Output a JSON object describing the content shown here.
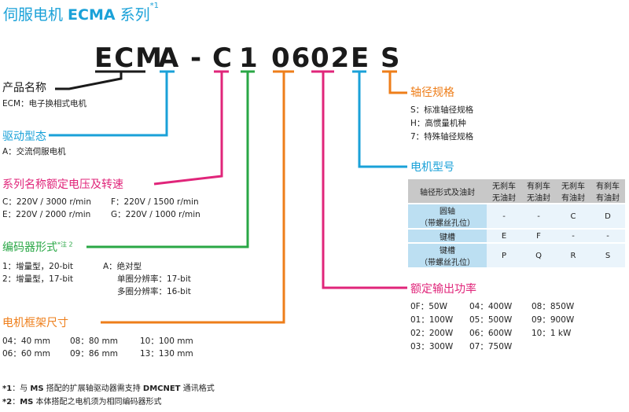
{
  "title": {
    "pre": "伺服电机 ",
    "bold": "ECMA",
    "post": " 系列",
    "sup": "*1"
  },
  "code": [
    "ECM",
    "A",
    "-",
    "C",
    "1",
    "06",
    "02",
    "E",
    "S"
  ],
  "product": {
    "heading": "产品名称",
    "desc": "ECM：电子换相式电机"
  },
  "drive": {
    "heading": "驱动型态",
    "desc": "A：交流伺服电机"
  },
  "voltage": {
    "heading": "系列名称额定电压及转速",
    "items": [
      "C：220V / 3000 r/min",
      "F：220V / 1500 r/min",
      "E：220V / 2000 r/min",
      "G：220V / 1000 r/min"
    ]
  },
  "encoder": {
    "heading": "编码器形式",
    "sup": "*注 2",
    "items": [
      "1：增量型，20-bit",
      "2：增量型，17-bit"
    ],
    "abs_label": "A：绝对型",
    "abs_items": [
      "单圈分辨率：17-bit",
      "多圈分辨率：16-bit"
    ]
  },
  "frame": {
    "heading": "电机框架尺寸",
    "items": [
      "04：40 mm",
      "08：80 mm",
      "10：100 mm",
      "06：60 mm",
      "09：86 mm",
      "13：130 mm"
    ]
  },
  "shaft": {
    "heading": "轴径规格",
    "items": [
      "S：标准轴径规格",
      "H：高惯量机种",
      "7：特殊轴径规格"
    ]
  },
  "model": {
    "heading": "电机型号",
    "table": {
      "corner": "轴径形式及油封",
      "cols": [
        [
          "无刹车",
          "无油封"
        ],
        [
          "有刹车",
          "无油封"
        ],
        [
          "无刹车",
          "有油封"
        ],
        [
          "有刹车",
          "有油封"
        ]
      ],
      "rows": [
        {
          "label": [
            "圆轴",
            "（带螺丝孔位）"
          ],
          "cells": [
            "-",
            "-",
            "C",
            "D"
          ]
        },
        {
          "label": [
            "键槽"
          ],
          "cells": [
            "E",
            "F",
            "-",
            "-"
          ]
        },
        {
          "label": [
            "键槽",
            "（带螺丝孔位）"
          ],
          "cells": [
            "P",
            "Q",
            "R",
            "S"
          ]
        }
      ]
    }
  },
  "power": {
    "heading": "额定输出功率",
    "items": [
      "0F：50W",
      "04：400W",
      "08：850W",
      "01：100W",
      "05：500W",
      "09：900W",
      "02：200W",
      "06：600W",
      "10：1 kW",
      "03：300W",
      "07：750W"
    ]
  },
  "notes": [
    {
      "mark": "*1",
      "pre": "：与 ",
      "b1": "MS",
      "mid": " 搭配的扩展轴驱动器需支持 ",
      "b2": "DMCNET",
      "post": " 通讯格式"
    },
    {
      "mark": "*2",
      "pre": "：",
      "b1": "MS",
      "mid": " 本体搭配之电机须为相同编码器形式",
      "b2": "",
      "post": ""
    }
  ],
  "colors": {
    "black": "#1a1a1a",
    "blue": "#1aa1d8",
    "red": "#e0257a",
    "green": "#29a745",
    "orange": "#ee7e1a",
    "table_header": "#c8c8c8",
    "table_row": "#bcdff2"
  }
}
